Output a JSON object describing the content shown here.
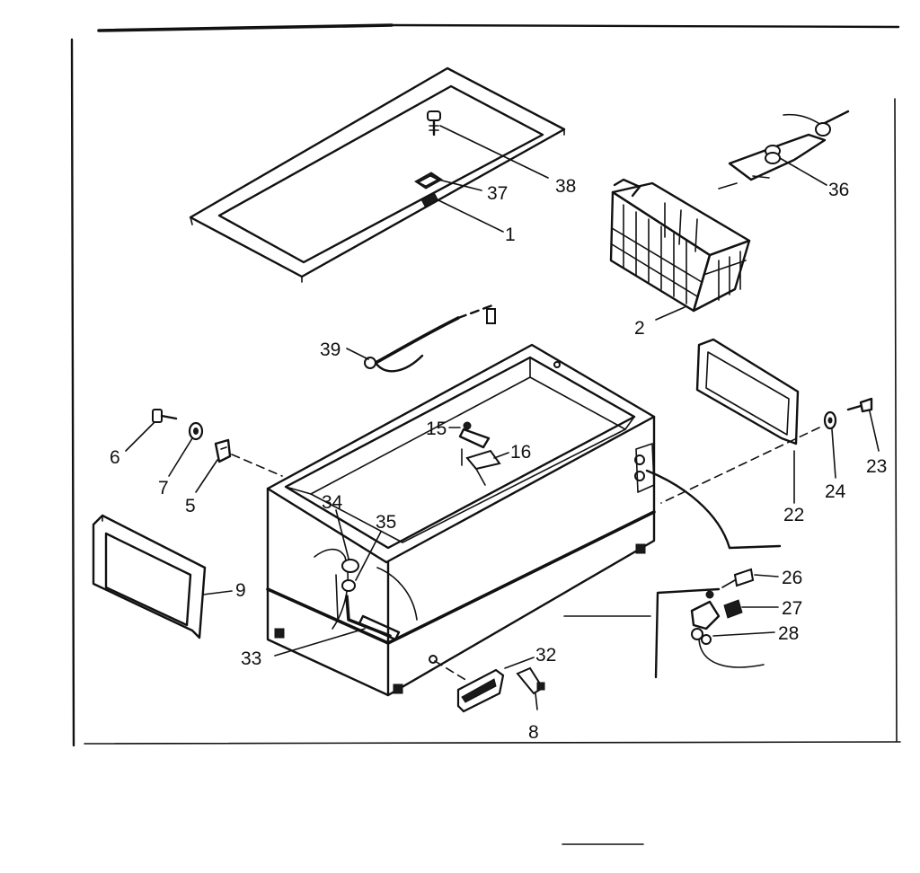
{
  "diagram": {
    "part_labels": [
      {
        "id": "38",
        "text": "38"
      },
      {
        "id": "37",
        "text": "37"
      },
      {
        "id": "1",
        "text": "1"
      },
      {
        "id": "36",
        "text": "36"
      },
      {
        "id": "2",
        "text": "2"
      },
      {
        "id": "39",
        "text": "39"
      },
      {
        "id": "6",
        "text": "6"
      },
      {
        "id": "7",
        "text": "7"
      },
      {
        "id": "5",
        "text": "5"
      },
      {
        "id": "15",
        "text": "15"
      },
      {
        "id": "16",
        "text": "16"
      },
      {
        "id": "22",
        "text": "22"
      },
      {
        "id": "24",
        "text": "24"
      },
      {
        "id": "23",
        "text": "23"
      },
      {
        "id": "34",
        "text": "34"
      },
      {
        "id": "35",
        "text": "35"
      },
      {
        "id": "9",
        "text": "9"
      },
      {
        "id": "26",
        "text": "26"
      },
      {
        "id": "27",
        "text": "27"
      },
      {
        "id": "28",
        "text": "28"
      },
      {
        "id": "33",
        "text": "33"
      },
      {
        "id": "32",
        "text": "32"
      },
      {
        "id": "8",
        "text": "8"
      }
    ]
  }
}
